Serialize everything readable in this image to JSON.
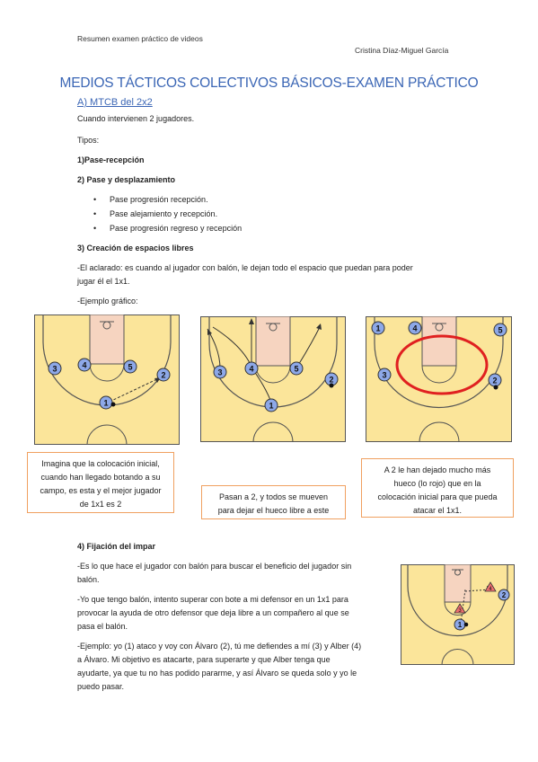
{
  "header": {
    "left": "Resumen examen práctico de videos",
    "right": "Cristina Díaz-Miguel García"
  },
  "title": "MEDIOS TÁCTICOS COLECTIVOS BÁSICOS-EXAMEN PRÁCTICO",
  "section_a": "A) MTCB del 2x2",
  "intro": "Cuando intervienen 2 jugadores.",
  "tipos": "Tipos:",
  "item1": "1)Pase-recepción",
  "item2": "2) Pase y desplazamiento",
  "bullets": [
    "Pase progresión recepción.",
    "Pase alejamiento y recepción.",
    "Pase progresión regreso y recepción"
  ],
  "item3": "3) Creación de espacios libres",
  "aclarado_1": "-El aclarado: es cuando al jugador con balón, le dejan todo el espacio que puedan para poder",
  "aclarado_2": "jugar él el 1x1.",
  "ejemplo_grafico": "-Ejemplo gráfico:",
  "notes": {
    "n1": [
      "Imagina que la colocación inicial,",
      "cuando han llegado botando a su",
      "campo, es esta y el mejor jugador",
      "de 1x1 es 2"
    ],
    "n2": [
      "Pasan a 2, y todos se mueven",
      "para dejar el hueco libre a este"
    ],
    "n3": [
      "A 2 le han dejado mucho más",
      "hueco (lo rojo) que en la",
      "colocación inicial para que pueda",
      "atacar el 1x1."
    ]
  },
  "item4": "4) Fijación del impar",
  "fij_1a": "-Es lo que hace el jugador con balón para buscar el beneficio del jugador sin",
  "fij_1b": "balón.",
  "fij_2a": "-Yo que tengo balón, intento superar con bote a mi defensor en un 1x1 para",
  "fij_2b": "provocar la ayuda de otro defensor que deja libre a un compañero al que se",
  "fij_2c": "pasa el balón.",
  "fij_3a": "-Ejemplo: yo (1) ataco y voy con Álvaro (2), tú me defiendes a mí (3) y Alber (4)",
  "fij_3b": "a Álvaro. Mi objetivo es atacarte, para superarte y que Alber tenga que",
  "fij_3c": "ayudarte, ya que tu no has podido pararme, y así Álvaro se queda solo y yo le",
  "fij_3d": "puedo pasar.",
  "player_labels": [
    "1",
    "2",
    "3",
    "4",
    "5"
  ],
  "colors": {
    "title": "#3b66b5",
    "court": "#fbe59a",
    "paint": "#f6d4c0",
    "player": "#8da8e8",
    "highlight": "#e02020",
    "note_border": "#f0a060"
  }
}
